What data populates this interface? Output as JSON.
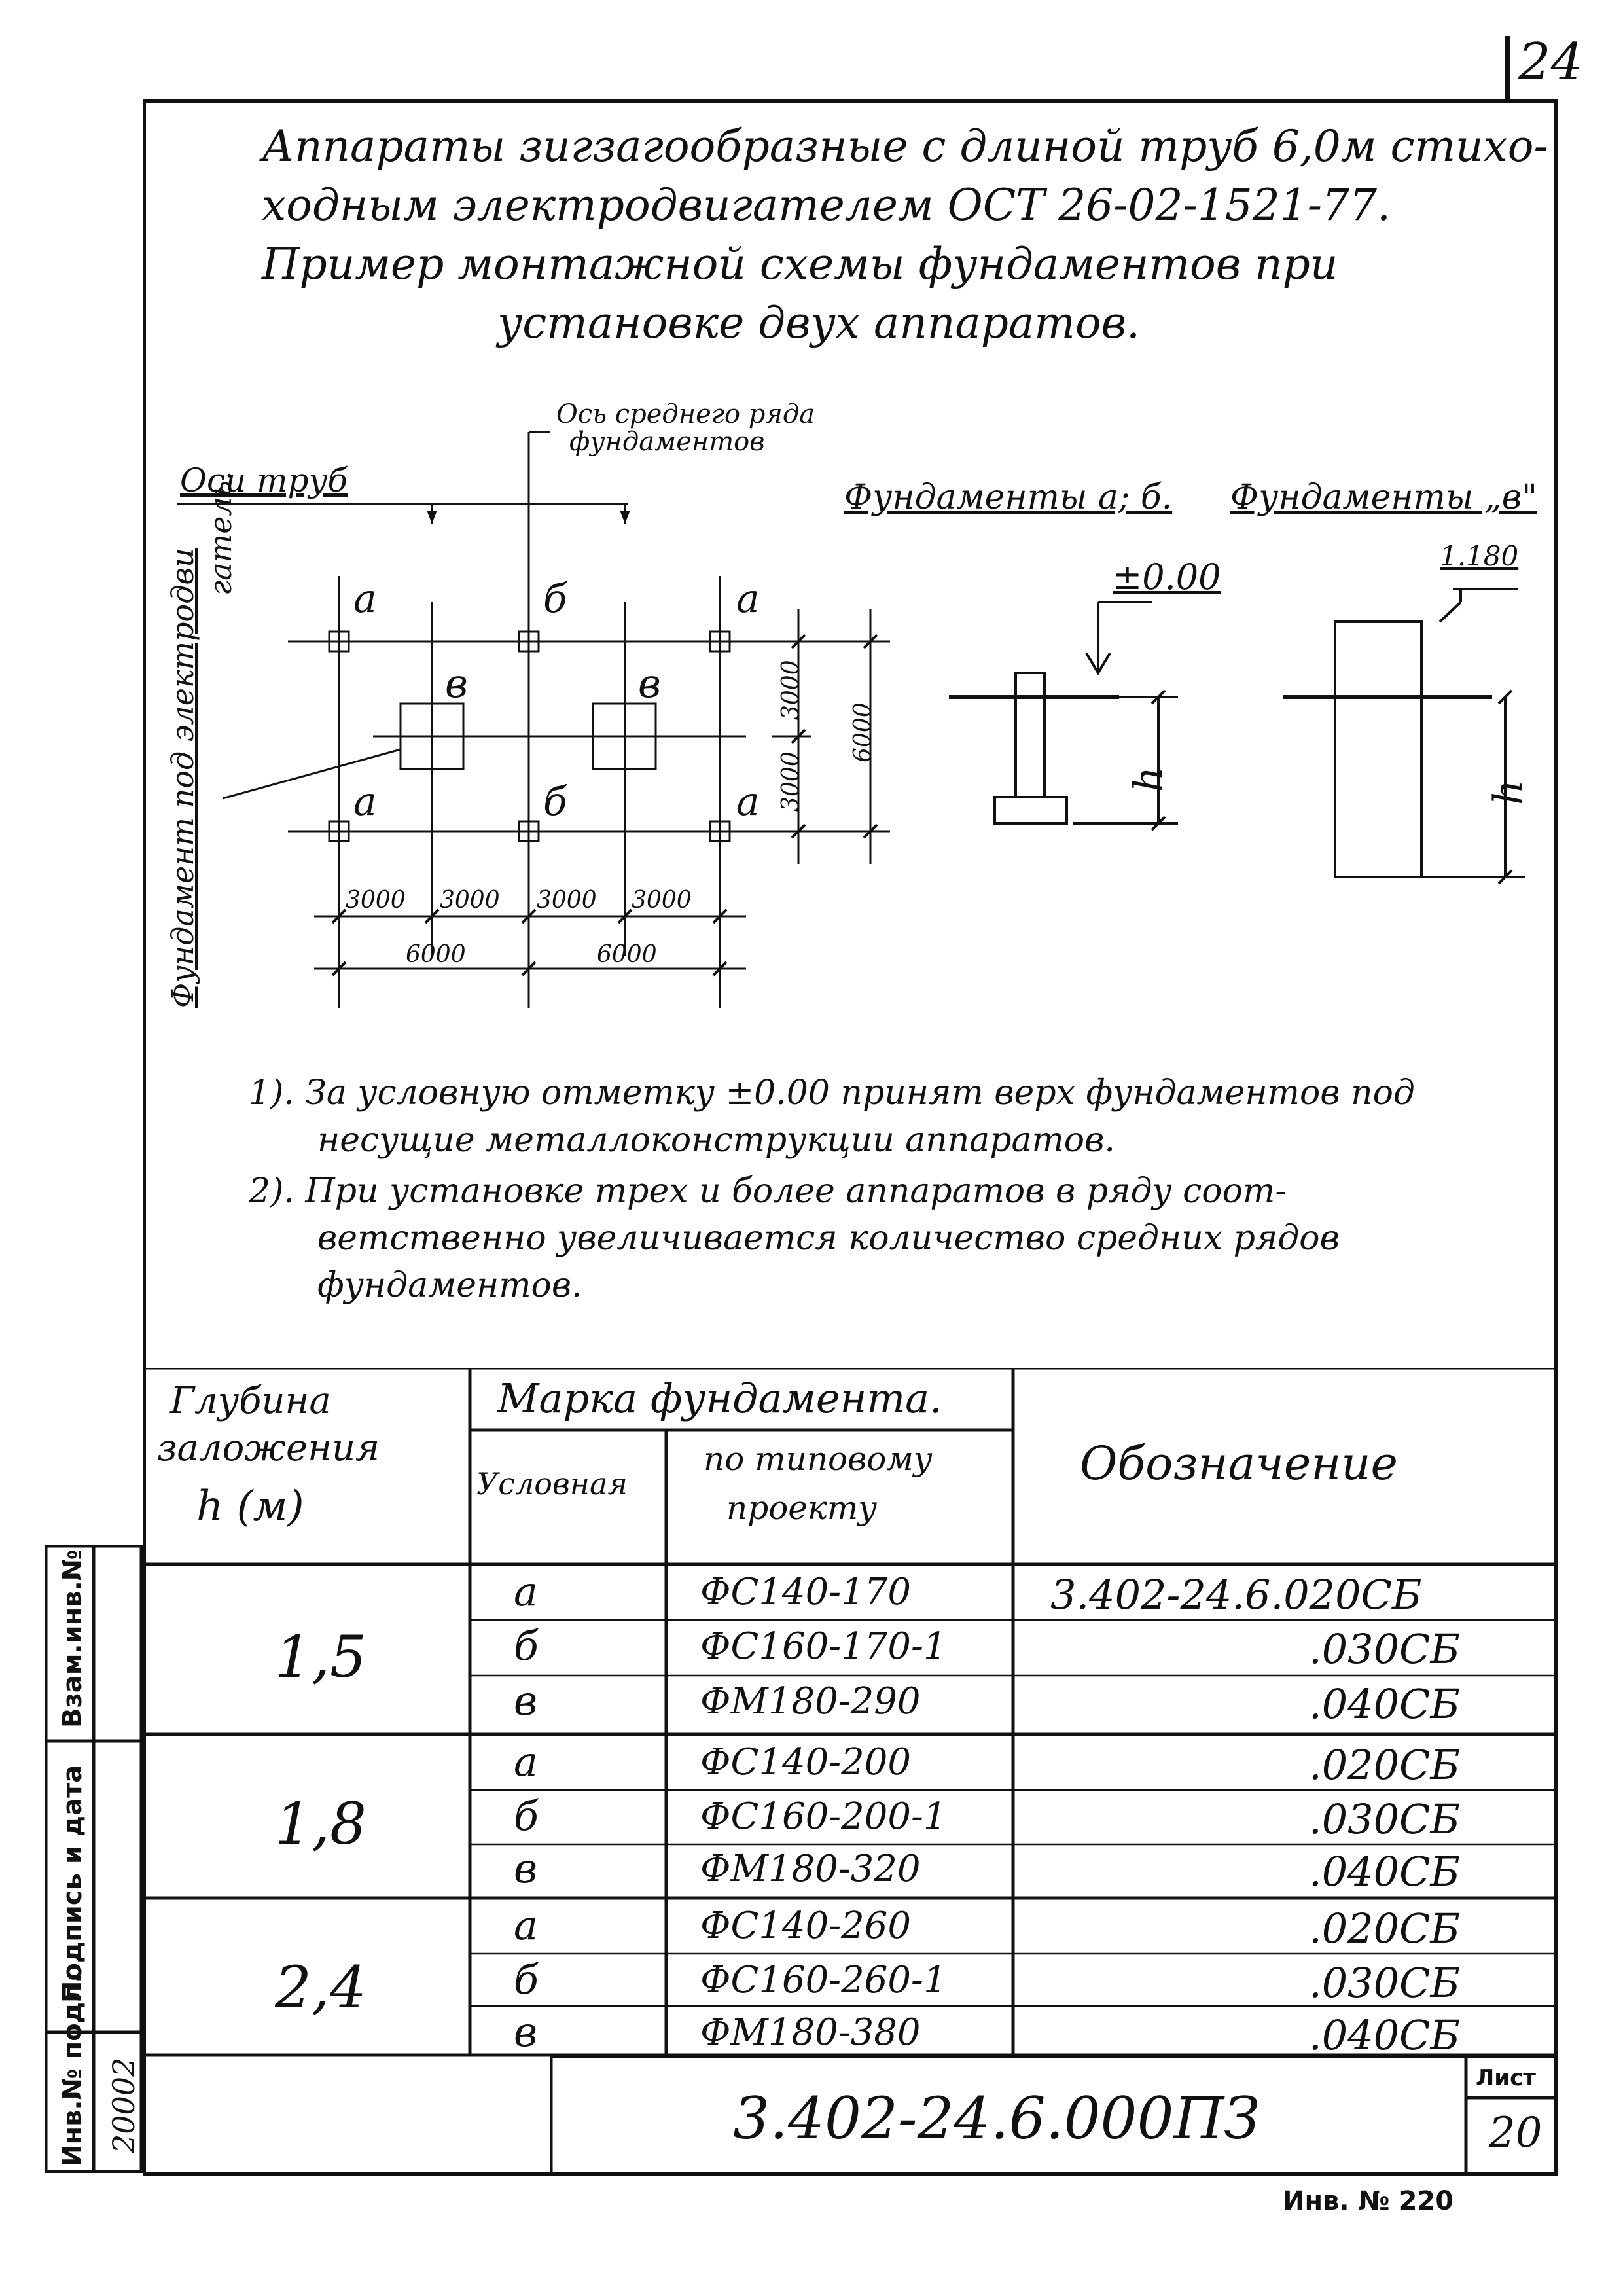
{
  "sheet_corner_number": "24",
  "title": {
    "lines": [
      "Аппараты зигзагообразные с длиной труб 6,0м стихо-",
      "ходным электродвигателем ОСТ 26-02-1521-77.",
      "Пример монтажной схемы фундаментов при",
      "установке двух аппаратов."
    ]
  },
  "plan": {
    "axis_middle_row_label_1": "Ось среднего ряда",
    "axis_middle_row_label_2": "фундаментов",
    "pipe_axes_label": "Оси труб",
    "motor_foundation_label_1": "Фундамент под электродви",
    "motor_foundation_label_2": "гатель.",
    "marks": [
      "а",
      "б",
      "а",
      "в",
      "в",
      "а",
      "б",
      "а"
    ],
    "dims_bottom_row1": [
      "3000",
      "3000",
      "3000",
      "3000"
    ],
    "dims_bottom_row2": [
      "6000",
      "6000"
    ],
    "dims_right": [
      "3000",
      "3000",
      "6000"
    ]
  },
  "sections": {
    "label_ab": "Фундаменты а; б.",
    "label_v": "Фундаменты „в\"",
    "level_zero": "±0.00",
    "level_v": "1.180",
    "depth_symbol": "h"
  },
  "notes": [
    "1). За условную отметку ±0.00 принят верх фундаментов под",
    "несущие металлоконструкции аппаратов.",
    "2). При установке трех и более аппаратов в ряду соот-",
    "ветственно увеличивается количество средних рядов",
    "фундаментов."
  ],
  "table": {
    "header_depth_1": "Глубина",
    "header_depth_2": "заложения",
    "header_depth_3": "h (м)",
    "header_mark": "Марка фундамента.",
    "header_conditional": "Условная",
    "header_typical_1": "по типовому",
    "header_typical_2": "проекту",
    "header_designation": "Обозначение",
    "groups": [
      {
        "depth": "1,5",
        "rows": [
          {
            "mark": "а",
            "typical": "ФС140-170",
            "designation": "3.402-24.6.020СБ"
          },
          {
            "mark": "б",
            "typical": "ФС160-170-1",
            "designation": ".030СБ"
          },
          {
            "mark": "в",
            "typical": "ФМ180-290",
            "designation": ".040СБ"
          }
        ]
      },
      {
        "depth": "1,8",
        "rows": [
          {
            "mark": "а",
            "typical": "ФС140-200",
            "designation": ".020СБ"
          },
          {
            "mark": "б",
            "typical": "ФС160-200-1",
            "designation": ".030СБ"
          },
          {
            "mark": "в",
            "typical": "ФМ180-320",
            "designation": ".040СБ"
          }
        ]
      },
      {
        "depth": "2,4",
        "rows": [
          {
            "mark": "а",
            "typical": "ФС140-260",
            "designation": ".020СБ"
          },
          {
            "mark": "б",
            "typical": "ФС160-260-1",
            "designation": ".030СБ"
          },
          {
            "mark": "в",
            "typical": "ФМ180-380",
            "designation": ".040СБ"
          }
        ]
      }
    ]
  },
  "side_stamp": {
    "cells": [
      "Взам.инв.№",
      "Подпись и дата",
      "Инв.№ подл."
    ],
    "inv_number": "20002"
  },
  "title_block": {
    "document_code": "3.402-24.6.000ПЗ",
    "sheet_label": "Лист",
    "sheet_number": "20"
  },
  "footer_inv": "Инв. № 220"
}
